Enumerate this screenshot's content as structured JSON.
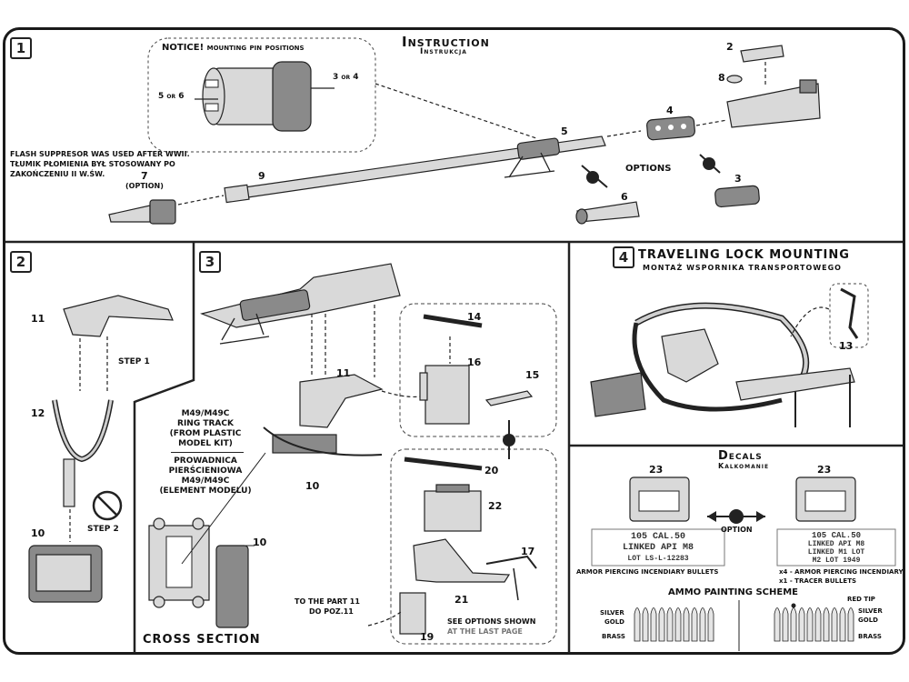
{
  "instruction": {
    "title": "Instruction",
    "subtitle": "Instrukcja",
    "section_numbers": [
      "1",
      "2",
      "3",
      "4"
    ],
    "notice": "NOTICE! mounting pin positions",
    "notice_labels": [
      "5 or 6",
      "3 or 4"
    ],
    "flash_note": [
      "FLASH SUPPRESOR WAS USED AFTER WWII.",
      "TŁUMIK PŁOMIENIA BYŁ STOSOWANY PO",
      "ZAKOŃCZENIU II W.ŚW."
    ],
    "option_label": "(OPTION)",
    "options_label": "OPTIONS",
    "parts_s1": [
      "2",
      "8",
      "4",
      "5",
      "3",
      "6",
      "7",
      "9"
    ]
  },
  "section2": {
    "parts": [
      "11",
      "12",
      "10"
    ],
    "step1": "STEP 1",
    "step2": "STEP 2"
  },
  "section3": {
    "parts": [
      "11",
      "14",
      "16",
      "15",
      "20",
      "22",
      "17",
      "21",
      "19",
      "10"
    ],
    "ring_track": [
      "M49/M49C",
      "RING TRACK",
      "(FROM PLASTIC",
      "MODEL KIT)"
    ],
    "ring_track_pl": [
      "PROWADNICA",
      "PIERŚCIENIOWA",
      "M49/M49C",
      "(ELEMENT MODELU)"
    ],
    "cross_section": "CROSS SECTION",
    "to_part": [
      "TO THE PART 11",
      "DO POZ.11"
    ],
    "see_options": [
      "SEE OPTIONS SHOWN",
      "AT THE LAST PAGE"
    ]
  },
  "section4": {
    "title": "TRAVELING LOCK MOUNTING",
    "subtitle": "MONTAŻ WSPORNIKA TRANSPORTOWEGO",
    "part": "13"
  },
  "decals": {
    "title": "Decals",
    "subtitle": "Kalkomanie",
    "part": "23",
    "option": "OPTION",
    "box_left": [
      "105 CAL.50",
      "LINKED API M8",
      "LOT LS-L-12283"
    ],
    "box_right": [
      "105 CAL.50",
      "LINKED API M8",
      "LINKED M1 LOT",
      "M2 LOT 1949"
    ],
    "left_caption": "ARMOR PIERCING INCENDIARY BULLETS",
    "right_caption": [
      "x4 - ARMOR PIERCING INCENDIARY",
      "x1 - TRACER BULLETS"
    ],
    "ammo_scheme": "AMMO PAINTING SCHEME",
    "ammo_left": [
      "SILVER",
      "GOLD",
      "BRASS"
    ],
    "ammo_right": [
      "RED TIP",
      "SILVER",
      "GOLD",
      "BRASS"
    ]
  }
}
